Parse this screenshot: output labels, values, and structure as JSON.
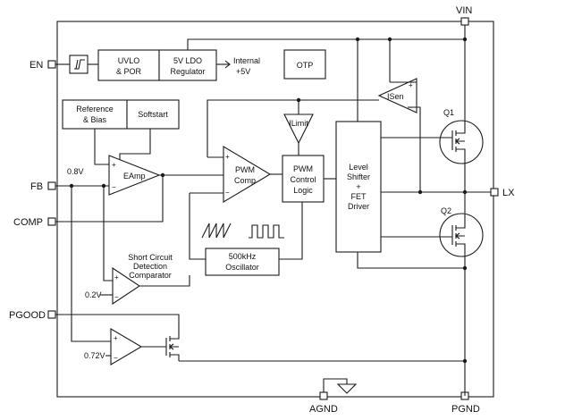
{
  "pins": {
    "vin": "VIN",
    "en": "EN",
    "fb": "FB",
    "comp": "COMP",
    "pgood": "PGOOD",
    "lx": "LX",
    "agnd": "AGND",
    "pgnd": "PGND"
  },
  "blocks": {
    "uvlo_l1": "UVLO",
    "uvlo_l2": "& POR",
    "ldo_l1": "5V LDO",
    "ldo_l2": "Regulator",
    "internal_l1": "Internal",
    "internal_l2": "+5V",
    "otp": "OTP",
    "ref_l1": "Reference",
    "ref_l2": "& Bias",
    "softstart": "Softstart",
    "eamp": "EAmp",
    "pwm_comp_l1": "PWM",
    "pwm_comp_l2": "Comp",
    "pwm_ctrl_l1": "PWM",
    "pwm_ctrl_l2": "Control",
    "pwm_ctrl_l3": "Logic",
    "ilimit": "ILimit",
    "level_l1": "Level",
    "level_l2": "Shifter",
    "level_l3": "+",
    "level_l4": "FET",
    "level_l5": "Driver",
    "isen": "ISen",
    "osc_l1": "500kHz",
    "osc_l2": "Oscillator",
    "scp_l1": "Short Circuit",
    "scp_l2": "Detection",
    "scp_l3": "Comparator",
    "q1": "Q1",
    "q2": "Q2"
  },
  "values": {
    "v08": "0.8V",
    "v02": "0.2V",
    "v072": "0.72V"
  },
  "signs": {
    "plus": "+",
    "minus": "−"
  }
}
